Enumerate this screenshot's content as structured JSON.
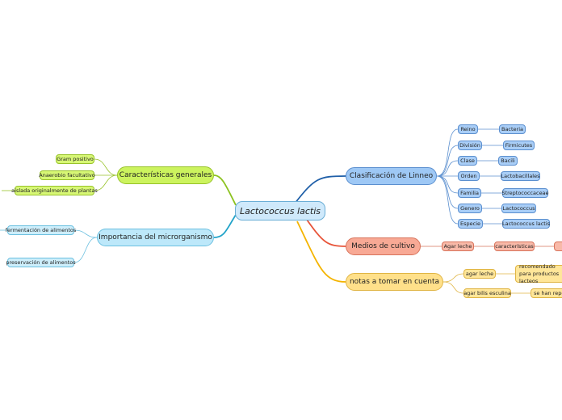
{
  "central": {
    "label": "Lactococcus lactis"
  },
  "clasificacion": {
    "title": "Clasificación de Linneo",
    "rows": [
      {
        "rank": "Reino",
        "value": "Bacteria"
      },
      {
        "rank": "División",
        "value": "Firmicutes"
      },
      {
        "rank": "Clase",
        "value": "Bacili"
      },
      {
        "rank": "Orden",
        "value": "Lactobacillales"
      },
      {
        "rank": "Familia",
        "value": "Streptococcaceae"
      },
      {
        "rank": "Genero",
        "value": "Lactococcus"
      },
      {
        "rank": "Especie",
        "value": "Lactococcus lactis"
      }
    ]
  },
  "medios": {
    "title": "Medios de cultivo",
    "items": [
      "Agar leche",
      "características"
    ]
  },
  "notas": {
    "title": "notas a tomar en cuenta",
    "items": [
      {
        "label": "agar leche",
        "note": "recomendado para productos lacteos"
      },
      {
        "label": "agar bilis esculina",
        "note": "se han repo"
      }
    ]
  },
  "caracteristicas": {
    "title": "Características generales",
    "items": [
      "Gram positivo",
      "Anaerobio facultativo",
      "aislada originalmente de plantas"
    ]
  },
  "importancia": {
    "title": "Importancia del microrganismo",
    "items": [
      "fermentación de alimentos",
      "preservación de alimentos"
    ]
  },
  "colors": {
    "blue": "#1f5fa8",
    "red": "#e8553a",
    "yellow": "#f4b400",
    "green": "#8cc21f",
    "cyan": "#21a3c9"
  }
}
